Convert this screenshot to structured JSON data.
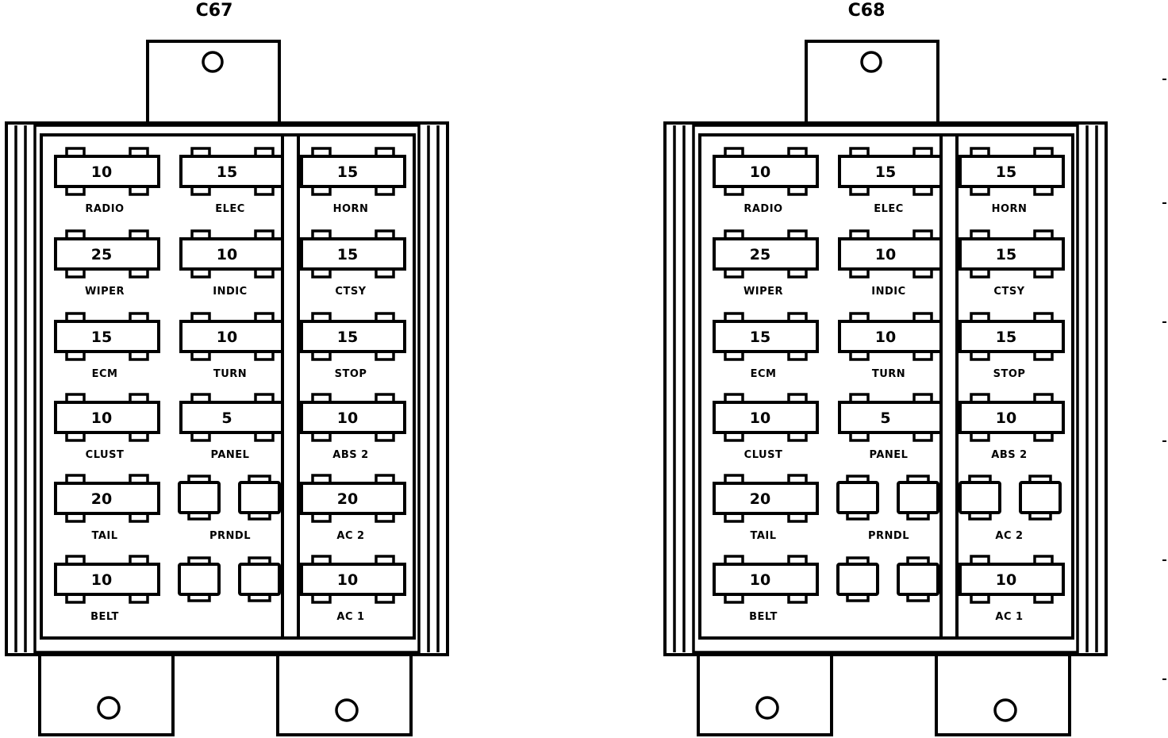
{
  "colors": {
    "ink": "#000000",
    "paper": "#ffffff"
  },
  "panels": [
    {
      "id": "c67",
      "title": "C67",
      "columns": [
        [
          {
            "value": "10",
            "label": "RADIO"
          },
          {
            "value": "25",
            "label": "WIPER"
          },
          {
            "value": "15",
            "label": "ECM"
          },
          {
            "value": "10",
            "label": "CLUST"
          },
          {
            "value": "20",
            "label": "TAIL"
          },
          {
            "value": "10",
            "label": "BELT"
          }
        ],
        [
          {
            "value": "15",
            "label": "ELEC"
          },
          {
            "value": "10",
            "label": "INDIC"
          },
          {
            "value": "10",
            "label": "TURN"
          },
          {
            "value": "5",
            "label": "PANEL"
          },
          {
            "value": "",
            "label": "PRNDL"
          },
          {
            "value": "",
            "label": ""
          }
        ],
        [
          {
            "value": "15",
            "label": "HORN"
          },
          {
            "value": "15",
            "label": "CTSY"
          },
          {
            "value": "15",
            "label": "STOP"
          },
          {
            "value": "10",
            "label": "ABS 2"
          },
          {
            "value": "20",
            "label": "AC 2"
          },
          {
            "value": "10",
            "label": "AC 1"
          }
        ]
      ]
    },
    {
      "id": "c68",
      "title": "C68",
      "columns": [
        [
          {
            "value": "10",
            "label": "RADIO"
          },
          {
            "value": "25",
            "label": "WIPER"
          },
          {
            "value": "15",
            "label": "ECM"
          },
          {
            "value": "10",
            "label": "CLUST"
          },
          {
            "value": "20",
            "label": "TAIL"
          },
          {
            "value": "10",
            "label": "BELT"
          }
        ],
        [
          {
            "value": "15",
            "label": "ELEC"
          },
          {
            "value": "10",
            "label": "INDIC"
          },
          {
            "value": "10",
            "label": "TURN"
          },
          {
            "value": "5",
            "label": "PANEL"
          },
          {
            "value": "",
            "label": "PRNDL"
          },
          {
            "value": "",
            "label": ""
          }
        ],
        [
          {
            "value": "15",
            "label": "HORN"
          },
          {
            "value": "15",
            "label": "CTSY"
          },
          {
            "value": "15",
            "label": "STOP"
          },
          {
            "value": "10",
            "label": "ABS 2"
          },
          {
            "value": "",
            "label": "AC 2"
          },
          {
            "value": "10",
            "label": "AC 1"
          }
        ]
      ]
    }
  ]
}
